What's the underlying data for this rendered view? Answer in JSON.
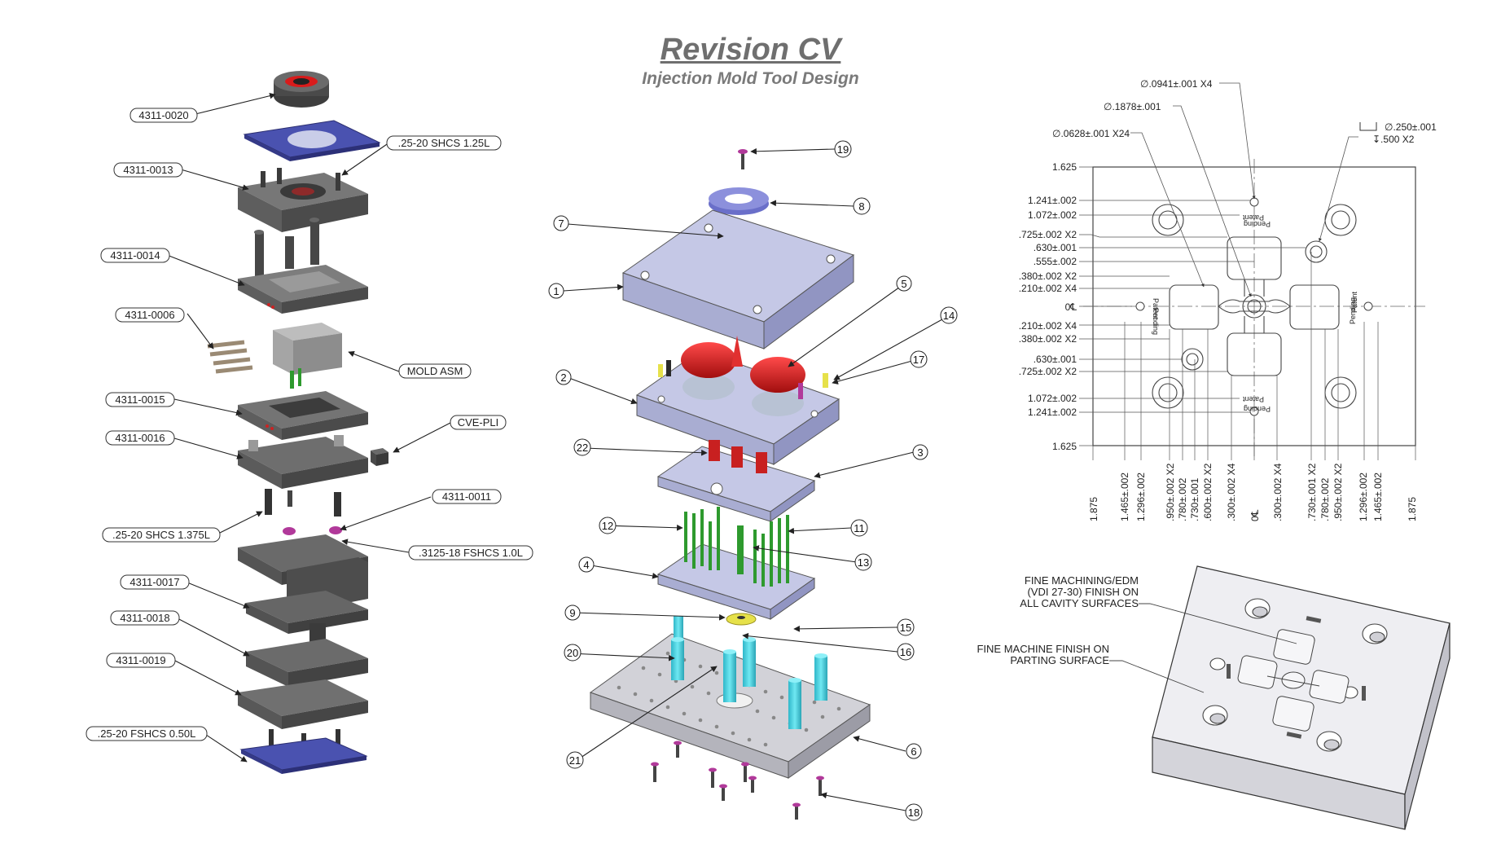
{
  "header": {
    "title": "Revision CV",
    "subtitle": "Injection Mold Tool Design"
  },
  "left_assembly": {
    "labels": [
      "4311-0020",
      "4311-0013",
      ".25-20 SHCS 1.25L",
      "4311-0014",
      "4311-0006",
      "MOLD ASM",
      "4311-0015",
      "4311-0016",
      "CVE-PLI",
      "4311-0011",
      ".25-20 SHCS 1.375L",
      ".3125-18 FSHCS 1.0L",
      "4311-0017",
      "4311-0018",
      "4311-0019",
      ".25-20 FSHCS 0.50L"
    ]
  },
  "middle_assembly": {
    "balloons": [
      "19",
      "8",
      "7",
      "1",
      "5",
      "14",
      "2",
      "17",
      "22",
      "3",
      "12",
      "11",
      "13",
      "4",
      "9",
      "15",
      "16",
      "20",
      "6",
      "21",
      "18"
    ]
  },
  "drawing": {
    "left_dims": [
      "1.625",
      "1.241±.002",
      "1.072±.002",
      ".725±.002 X2",
      ".630±.001",
      ".555±.002",
      ".380±.002 X2",
      ".210±.002 X4",
      "0℄",
      ".210±.002 X4",
      ".380±.002 X2",
      ".630±.001",
      ".725±.002 X2",
      "1.072±.002",
      "1.241±.002",
      "1.625"
    ],
    "bottom_dims": [
      "1.875",
      "1.465±.002",
      "1.296±.002",
      ".950±.002 X2",
      ".780±.002",
      ".730±.001",
      ".600±.002 X2",
      ".300±.002 X4",
      "0℄",
      ".300±.002 X4",
      ".730±.001 X2",
      ".780±.002",
      ".950±.002 X2",
      "1.296±.002",
      "1.465±.002",
      "1.875"
    ],
    "hole_callouts": [
      "∅.0941±.001 X4",
      "∅.1878±.001",
      "∅.0628±.001 X24",
      "∅.250±.001",
      "↧.500 X2"
    ],
    "patent_text": [
      "Patent",
      "Pending"
    ]
  },
  "iso_notes": {
    "note1": [
      "FINE MACHINING/EDM",
      "(VDI 27-30) FINISH ON",
      "ALL CAVITY SURFACES"
    ],
    "note2": [
      "FINE MACHINE FINISH ON",
      "PARTING SURFACE"
    ]
  },
  "colors": {
    "plate_gray": "#5d5d5d",
    "plate_blue": "#c5c8e6",
    "accent_red": "#d81b1b",
    "accent_magenta": "#b1399a",
    "accent_green": "#2e9a2e",
    "accent_cyan": "#3fd4e4",
    "accent_yellow": "#e6e14a",
    "clamp_blue": "#4a52b0"
  }
}
